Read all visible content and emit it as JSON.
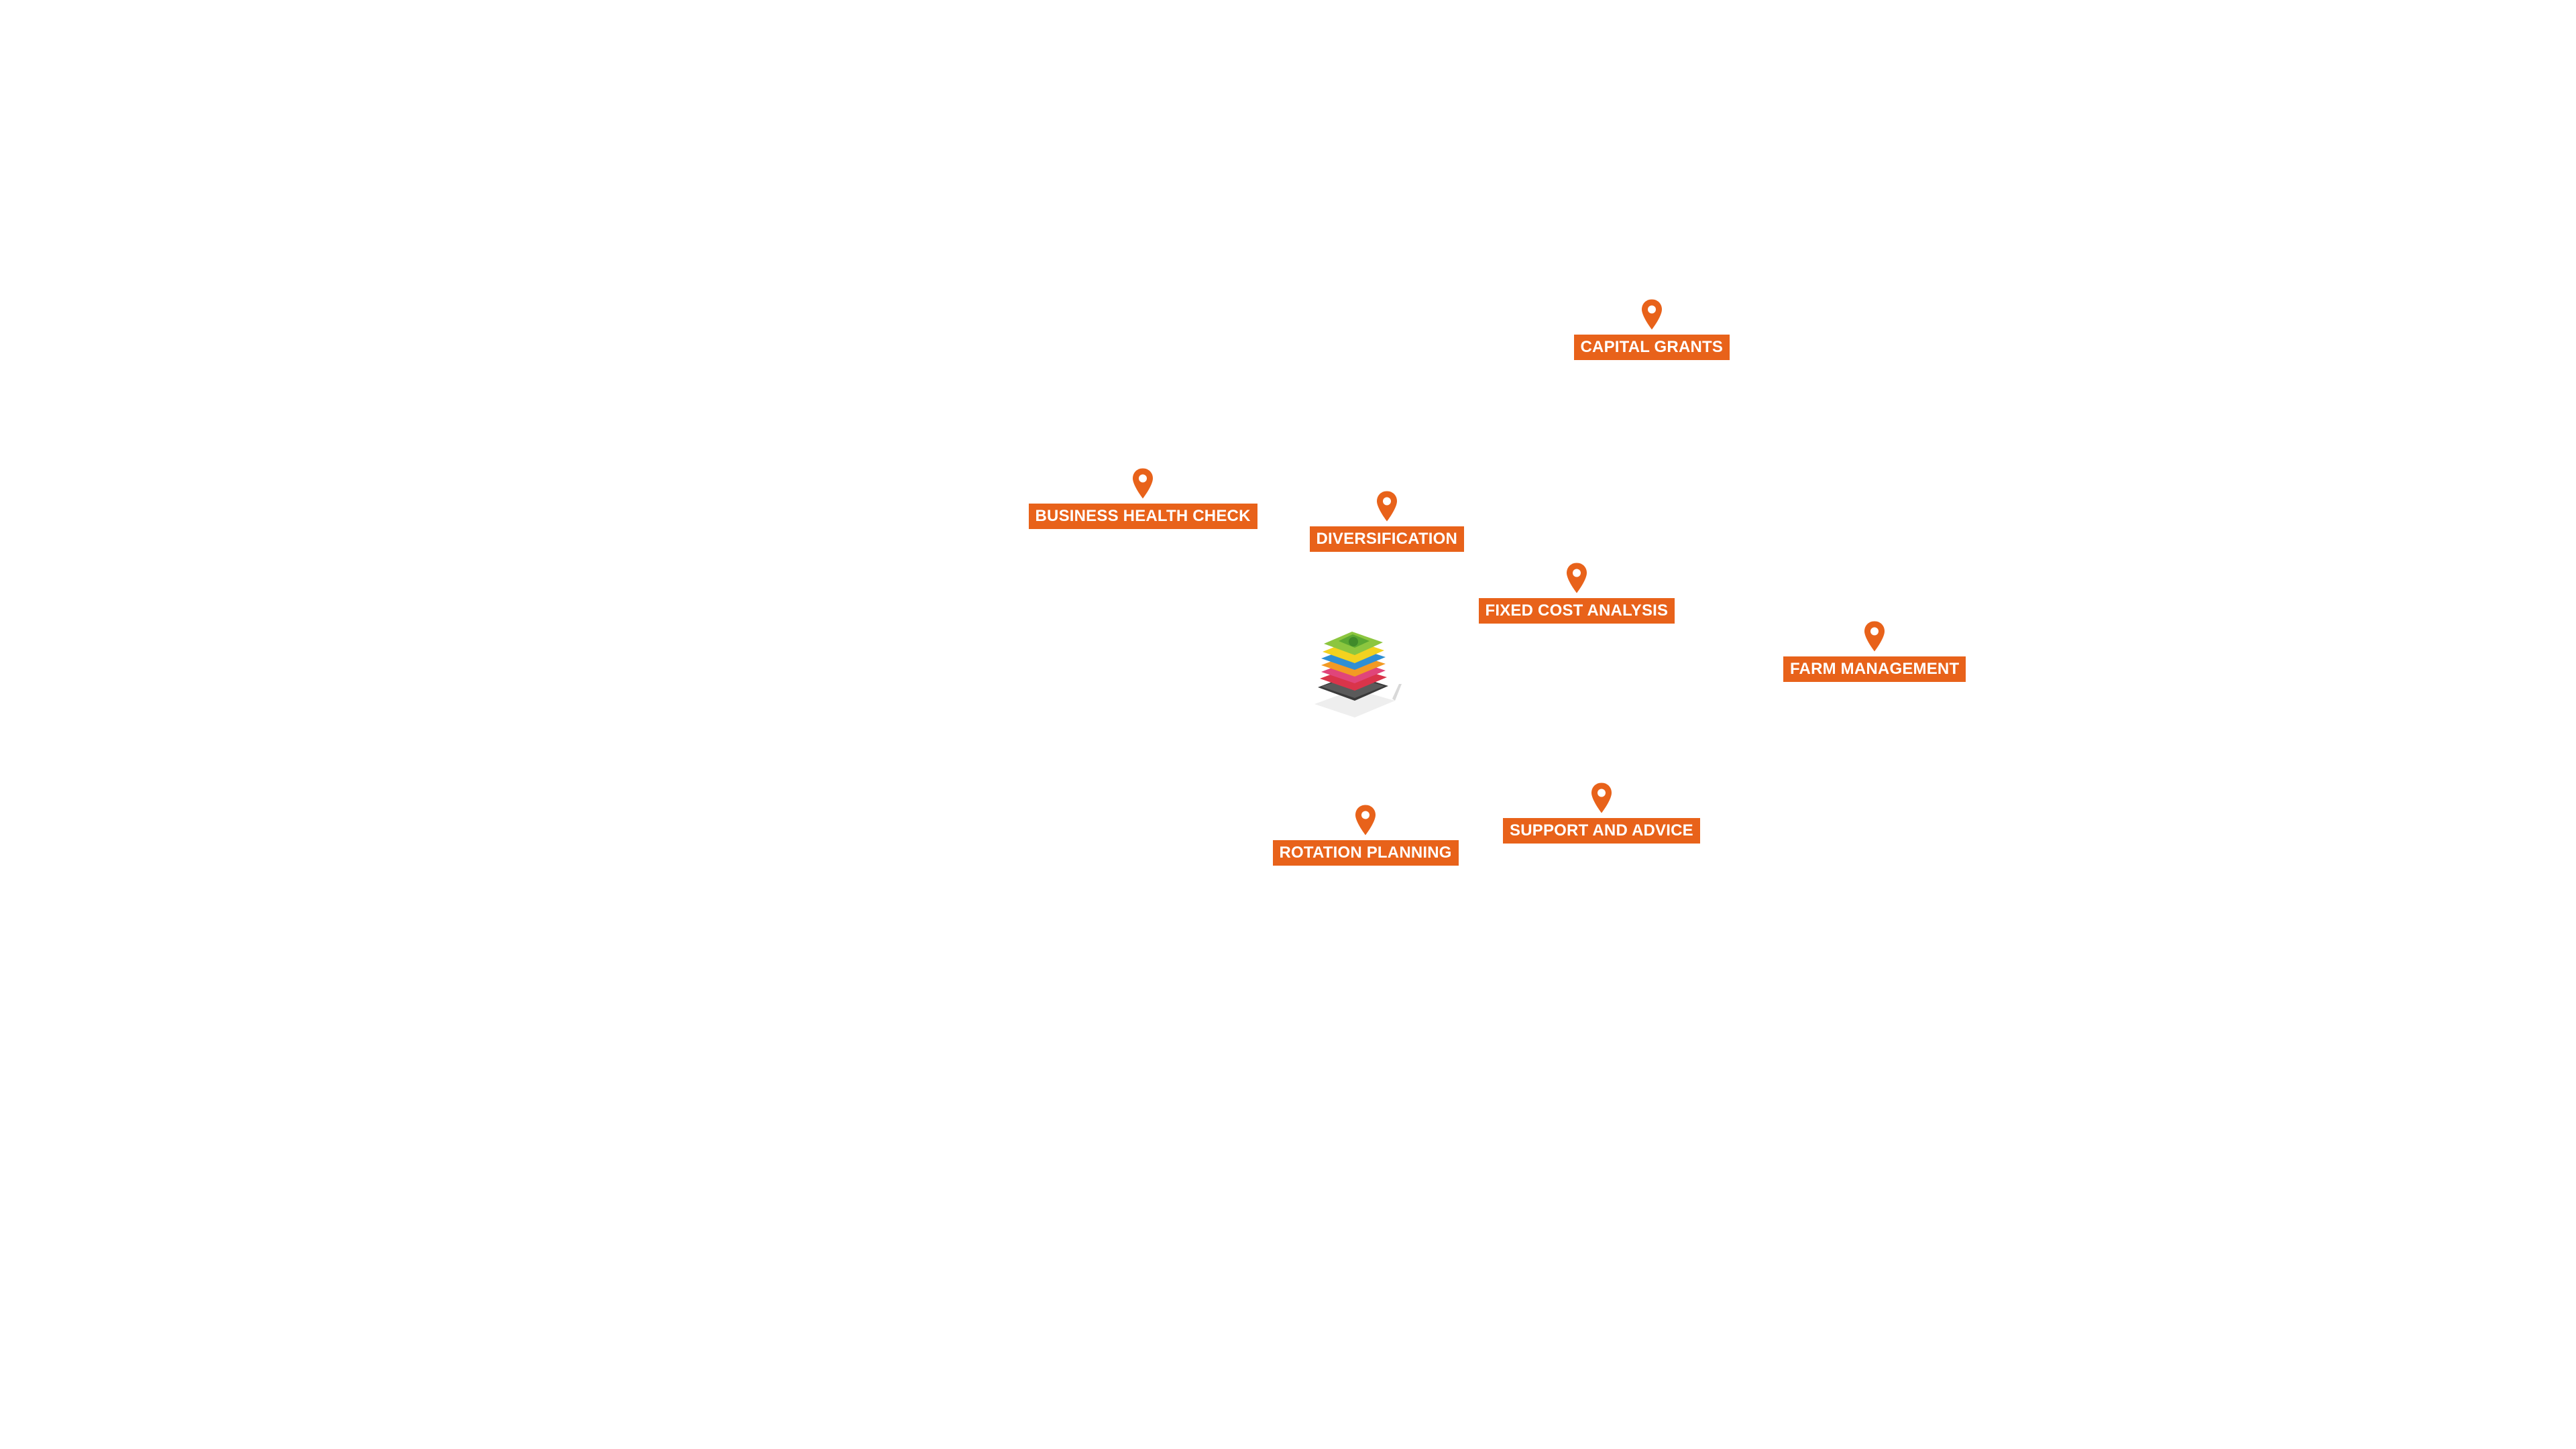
{
  "accent_color": "#e8621a",
  "center_logo": {
    "icon": "layered-stack-icon"
  },
  "markers": [
    {
      "id": "capital-grants",
      "label": "CAPITAL GRANTS",
      "icon": "map-pin-icon"
    },
    {
      "id": "business-health-check",
      "label": "BUSINESS HEALTH CHECK",
      "icon": "map-pin-icon"
    },
    {
      "id": "diversification",
      "label": "DIVERSIFICATION",
      "icon": "map-pin-icon"
    },
    {
      "id": "fixed-cost-analysis",
      "label": "FIXED COST ANALYSIS",
      "icon": "map-pin-icon"
    },
    {
      "id": "farm-management",
      "label": "FARM MANAGEMENT",
      "icon": "map-pin-icon"
    },
    {
      "id": "rotation-planning",
      "label": "ROTATION PLANNING",
      "icon": "map-pin-icon"
    },
    {
      "id": "support-and-advice",
      "label": "SUPPORT AND ADVICE",
      "icon": "map-pin-icon"
    }
  ]
}
